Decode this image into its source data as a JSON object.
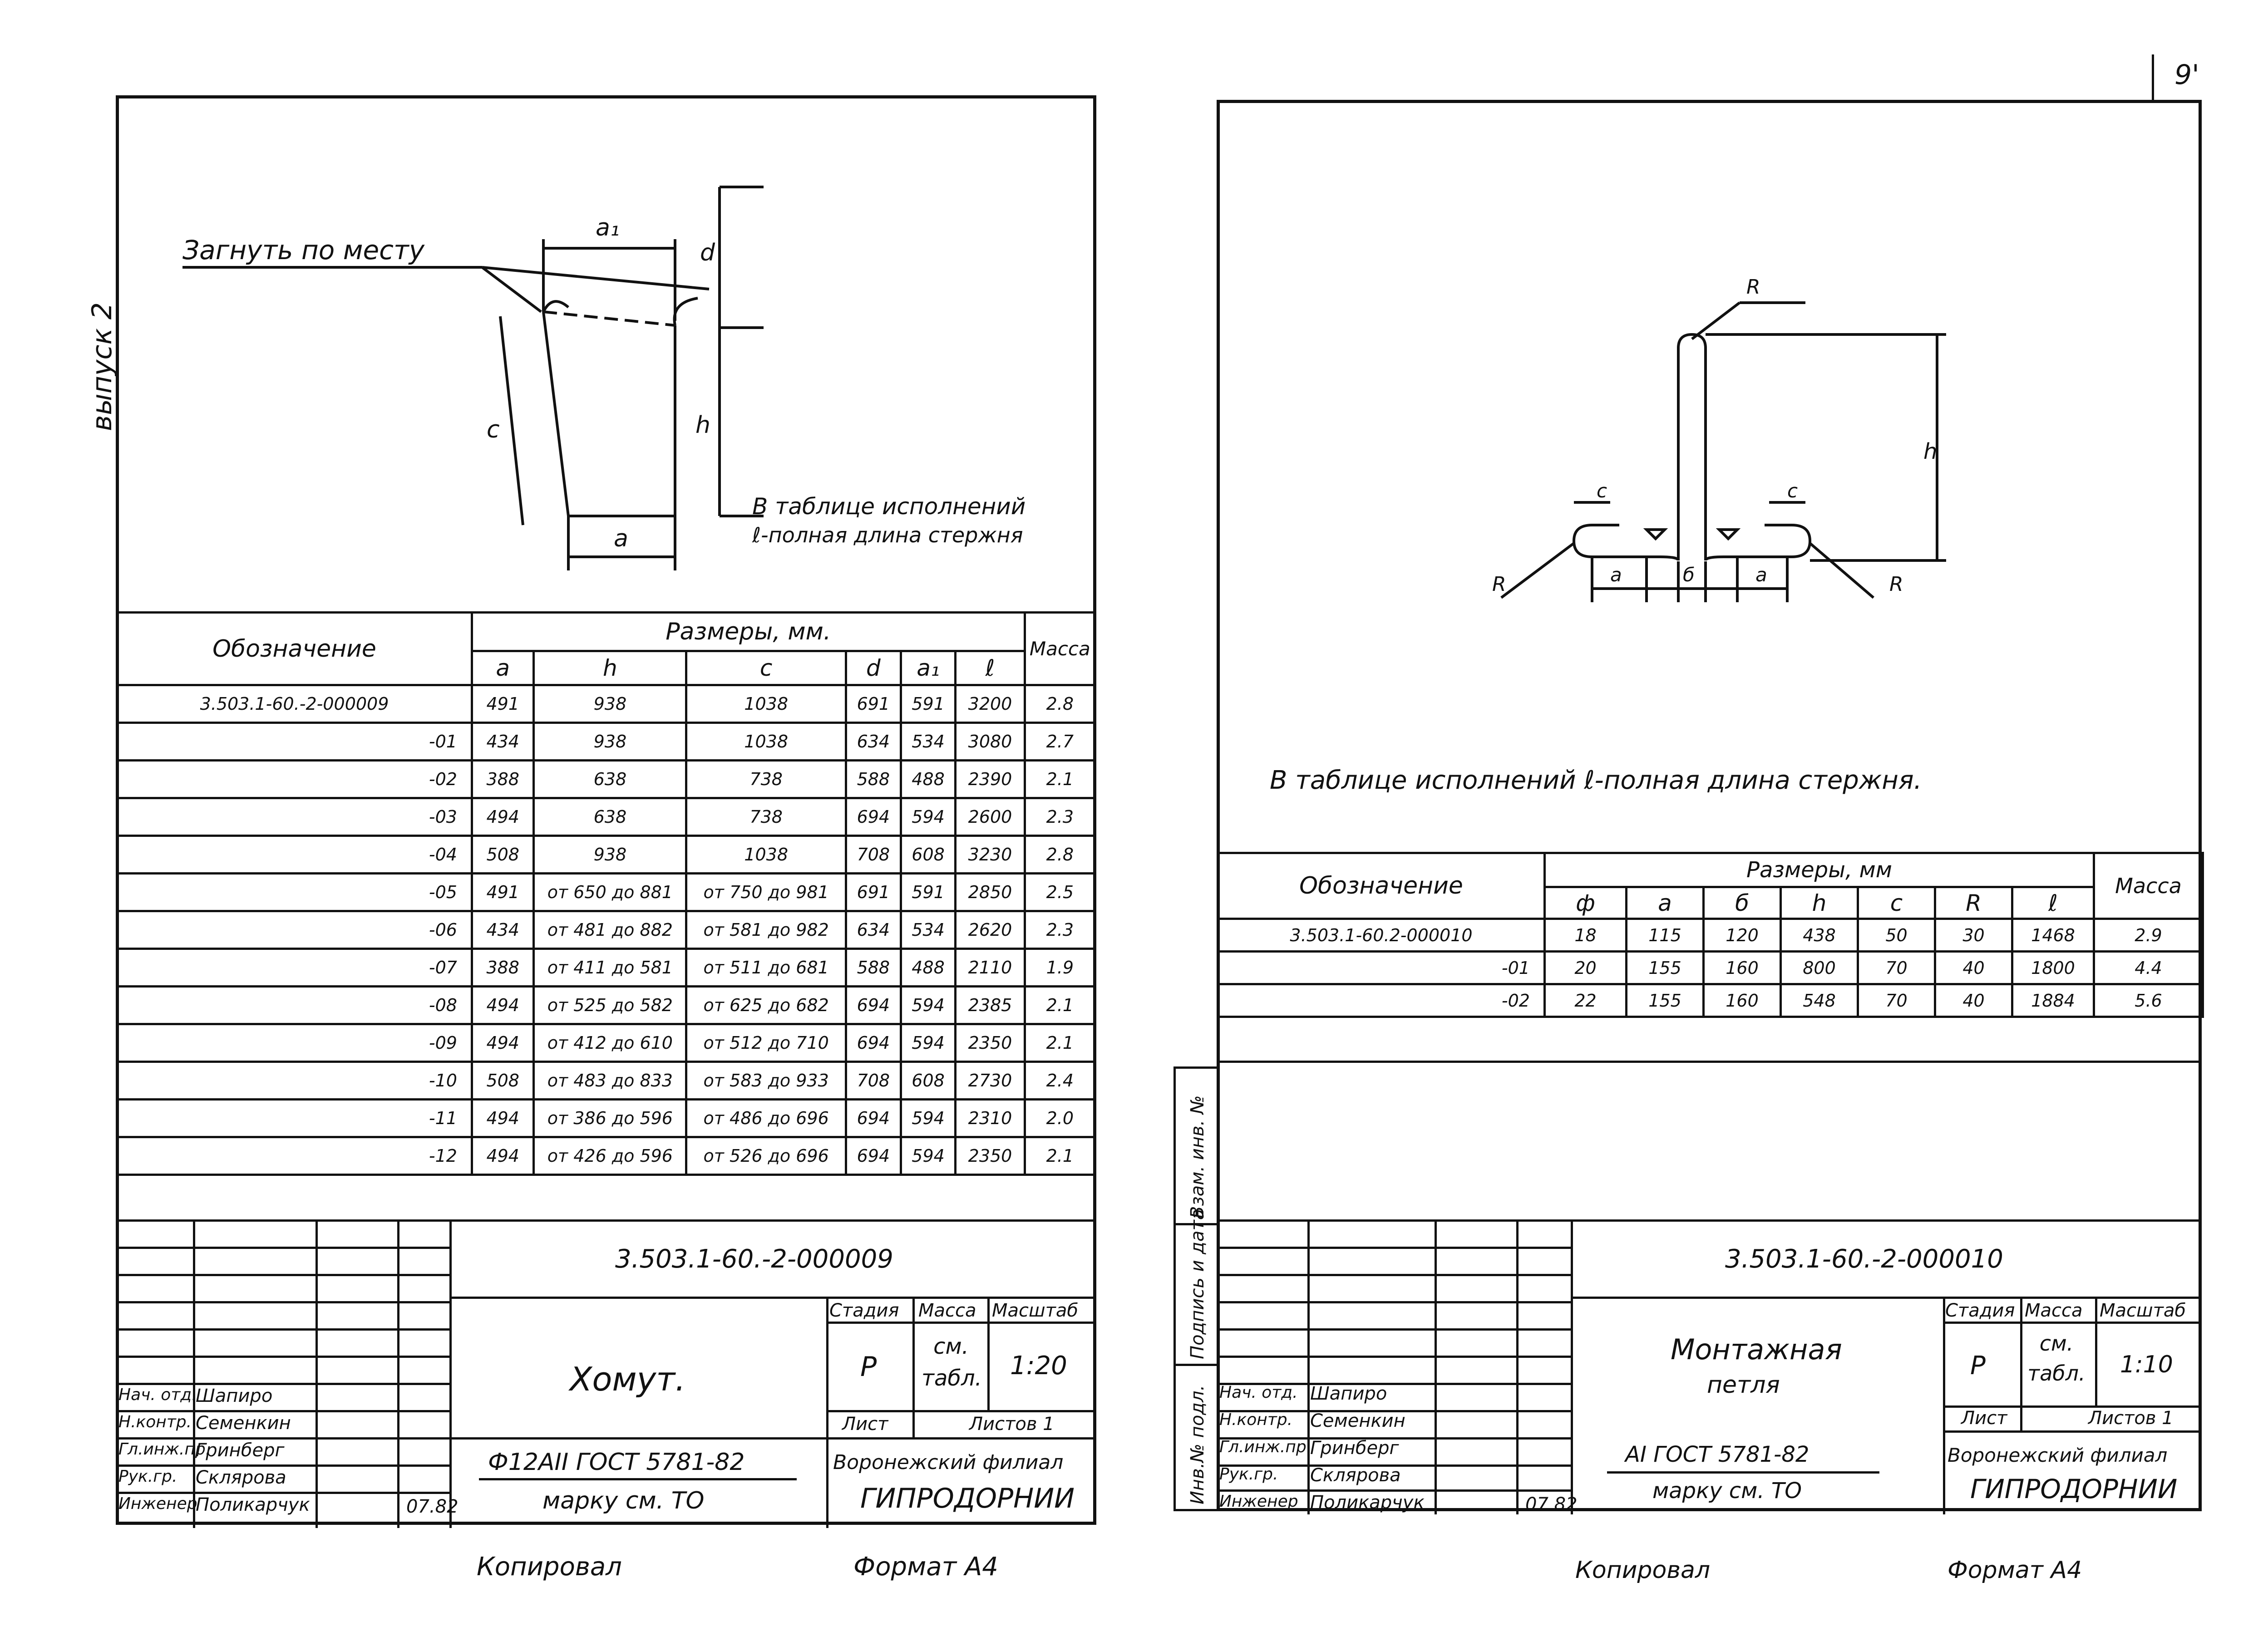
{
  "page_number": "9'",
  "left_margin_note": "выпуск 2",
  "left_sheet": {
    "callout": "Загнуть по месту",
    "dims": {
      "a1": "a₁",
      "d": "d",
      "c": "c",
      "h": "h",
      "a": "a"
    },
    "note_line1": "В таблице исполнений",
    "note_line2": "ℓ-полная длина стержня",
    "table": {
      "col_designation": "Обозначение",
      "col_sizes": "Размеры, мм.",
      "col_mass": "Масса",
      "sub_headers": [
        "a",
        "h",
        "c",
        "d",
        "a₁",
        "ℓ"
      ],
      "rows": [
        [
          "3.503.1-60.-2-000009",
          "491",
          "938",
          "1038",
          "691",
          "591",
          "3200",
          "2.8"
        ],
        [
          "-01",
          "434",
          "938",
          "1038",
          "634",
          "534",
          "3080",
          "2.7"
        ],
        [
          "-02",
          "388",
          "638",
          "738",
          "588",
          "488",
          "2390",
          "2.1"
        ],
        [
          "-03",
          "494",
          "638",
          "738",
          "694",
          "594",
          "2600",
          "2.3"
        ],
        [
          "-04",
          "508",
          "938",
          "1038",
          "708",
          "608",
          "3230",
          "2.8"
        ],
        [
          "-05",
          "491",
          "от 650 до 881",
          "от 750 до 981",
          "691",
          "591",
          "2850",
          "2.5"
        ],
        [
          "-06",
          "434",
          "от 481 до 882",
          "от 581 до 982",
          "634",
          "534",
          "2620",
          "2.3"
        ],
        [
          "-07",
          "388",
          "от 411 до 581",
          "от 511 до 681",
          "588",
          "488",
          "2110",
          "1.9"
        ],
        [
          "-08",
          "494",
          "от 525 до 582",
          "от 625 до 682",
          "694",
          "594",
          "2385",
          "2.1"
        ],
        [
          "-09",
          "494",
          "от 412 до 610",
          "от 512 до 710",
          "694",
          "594",
          "2350",
          "2.1"
        ],
        [
          "-10",
          "508",
          "от 483 до 833",
          "от 583 до 933",
          "708",
          "608",
          "2730",
          "2.4"
        ],
        [
          "-11",
          "494",
          "от 386 до 596",
          "от 486 до 696",
          "694",
          "594",
          "2310",
          "2.0"
        ],
        [
          "-12",
          "494",
          "от 426 до 596",
          "от 526 до 696",
          "694",
          "594",
          "2350",
          "2.1"
        ]
      ]
    },
    "stamp": {
      "code": "3.503.1-60.-2-000009",
      "title": "Хомут.",
      "material_line": "Ф12АII  ГОСТ 5781-82",
      "material_note": "марку см. ТО",
      "stage_label": "Стадия",
      "mass_label": "Масса",
      "scale_label": "Масштаб",
      "stage": "Р",
      "mass": "см. табл.",
      "scale": "1:20",
      "sheet_label": "Лист",
      "sheets_label": "Листов 1",
      "org_line1": "Воронежский филиал",
      "org_line2": "ГИПРОДОРНИИ",
      "date": "07.82",
      "people": [
        {
          "role": "Нач. отд.",
          "name": "Шапиро"
        },
        {
          "role": "Н.контр.",
          "name": "Семенкин"
        },
        {
          "role": "Гл.инж.пр.",
          "name": "Гринберг"
        },
        {
          "role": "Рук.гр.",
          "name": "Склярова"
        },
        {
          "role": "Инженер",
          "name": "Поликарчук"
        }
      ]
    },
    "footer_copied": "Копировал",
    "footer_format": "Формат А4"
  },
  "right_sheet": {
    "dims": {
      "R": "R",
      "h": "h",
      "c": "c",
      "a": "a",
      "b": "б"
    },
    "note": "В таблице исполнений  ℓ-полная длина стержня.",
    "table": {
      "col_designation": "Обозначение",
      "col_sizes": "Размеры, мм",
      "col_mass": "Масса",
      "sub_headers": [
        "ф",
        "a",
        "б",
        "h",
        "c",
        "R",
        "ℓ"
      ],
      "rows": [
        [
          "3.503.1-60.2-000010",
          "18",
          "115",
          "120",
          "438",
          "50",
          "30",
          "1468",
          "2.9"
        ],
        [
          "-01",
          "20",
          "155",
          "160",
          "800",
          "70",
          "40",
          "1800",
          "4.4"
        ],
        [
          "-02",
          "22",
          "155",
          "160",
          "548",
          "70",
          "40",
          "1884",
          "5.6"
        ]
      ]
    },
    "side_labels": [
      "Инв.№ подл.",
      "Подпись и дата",
      "Взам. инв. №"
    ],
    "stamp": {
      "code": "3.503.1-60.-2-000010",
      "title_line1": "Монтажная",
      "title_line2": "петля",
      "material_line": "АI ГОСТ 5781-82",
      "material_note": "марку см. ТО",
      "stage_label": "Стадия",
      "mass_label": "Масса",
      "scale_label": "Масштаб",
      "stage": "Р",
      "mass": "см. табл.",
      "scale": "1:10",
      "sheet_label": "Лист",
      "sheets_label": "Листов 1",
      "org_line1": "Воронежский филиал",
      "org_line2": "ГИПРОДОРНИИ",
      "date": "07.82",
      "people": [
        {
          "role": "Нач. отд.",
          "name": "Шапиро"
        },
        {
          "role": "Н.контр.",
          "name": "Семенкин"
        },
        {
          "role": "Гл.инж.пр.",
          "name": "Гринберг"
        },
        {
          "role": "Рук.гр.",
          "name": "Склярова"
        },
        {
          "role": "Инженер",
          "name": "Поликарчук"
        }
      ]
    },
    "footer_copied": "Копировал",
    "footer_format": "Формат А4"
  }
}
